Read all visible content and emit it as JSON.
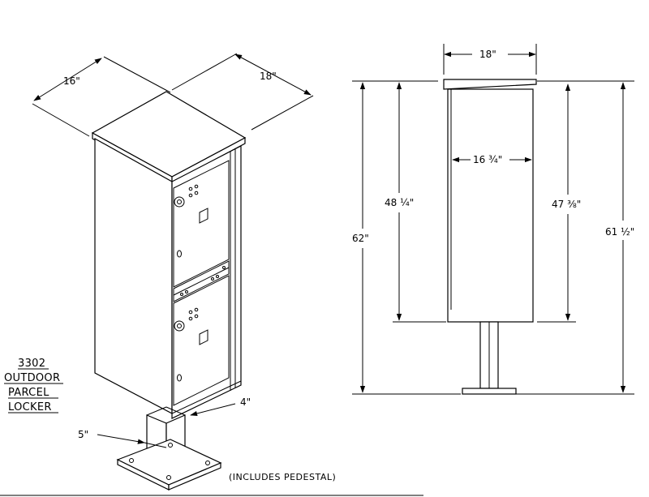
{
  "title": {
    "model": "3302",
    "line2": "OUTDOOR",
    "line3": "PARCEL",
    "line4": "LOCKER"
  },
  "iso": {
    "depth": "16\"",
    "width": "18\"",
    "post": "4\"",
    "base": "5\"",
    "note": "(INCLUDES PEDESTAL)"
  },
  "side": {
    "top_width": "18\"",
    "inner_depth": "16 ¾\"",
    "h_total": "62\"",
    "h_cabinet": "48 ¼\"",
    "h_inner": "47 ⅜\"",
    "h_overall": "61 ½\""
  }
}
